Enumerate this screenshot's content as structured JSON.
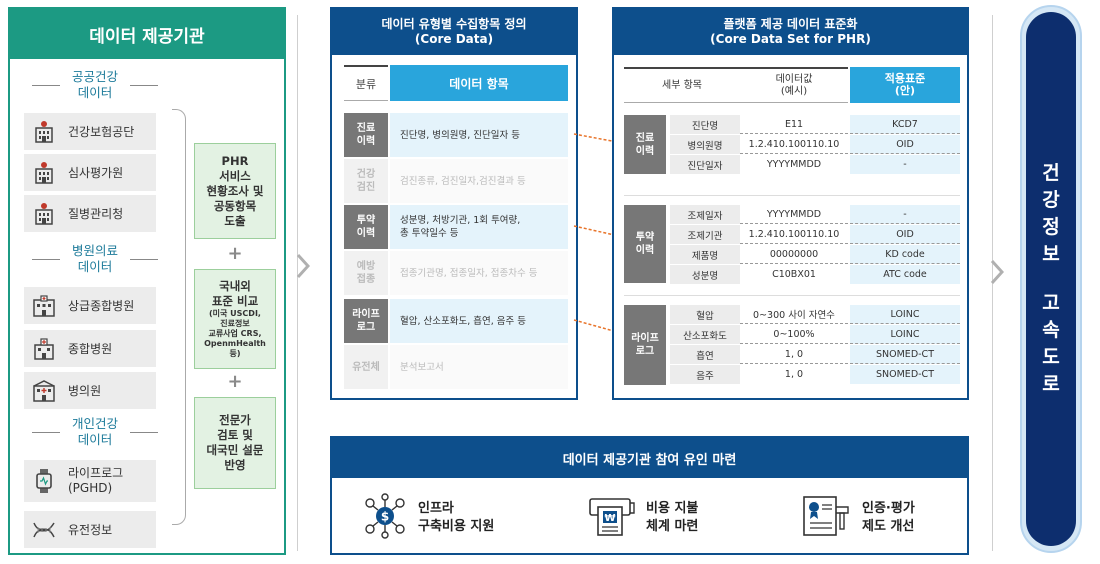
{
  "left": {
    "title": "데이터 제공기관",
    "groups": [
      {
        "title": "공공건강\n데이터",
        "items": [
          {
            "label": "건강보험공단",
            "icon": "government-building-icon"
          },
          {
            "label": "심사평가원",
            "icon": "government-building-icon"
          },
          {
            "label": "질병관리청",
            "icon": "government-building-icon"
          }
        ]
      },
      {
        "title": "병원의료\n데이터",
        "items": [
          {
            "label": "상급종합병원",
            "icon": "hospital-icon"
          },
          {
            "label": "종합병원",
            "icon": "hospital-icon"
          },
          {
            "label": "병의원",
            "icon": "clinic-icon"
          }
        ]
      },
      {
        "title": "개인건강\n데이터",
        "items": [
          {
            "label": "라이프로그\n(PGHD)",
            "icon": "smartwatch-icon"
          },
          {
            "label": "유전정보",
            "icon": "dna-icon"
          }
        ]
      }
    ],
    "steps": [
      {
        "text": "PHR\n서비스\n현황조사 및\n공동항목\n도출",
        "small": ""
      },
      {
        "text": "국내외\n표준 비교",
        "small": "(미국 USCDI,\n진료정보\n교류사업 CRS,\nOpenmHealth\n등)"
      },
      {
        "text": "전문가\n검토 및\n대국민 설문\n반영",
        "small": ""
      }
    ],
    "plus": "+"
  },
  "middle": {
    "title_line1": "데이터 유형별 수집항목 정의",
    "title_line2": "(Core Data)",
    "col_category": "분류",
    "col_items": "데이터 항목",
    "rows": [
      {
        "label": "진료\n이력",
        "items": "진단명, 병의원명, 진단일자 등",
        "active": true
      },
      {
        "label": "건강\n검진",
        "items": "검진종류, 검진일자,검진결과 등",
        "active": false
      },
      {
        "label": "투약\n이력",
        "items": "성분명, 처방기관, 1회 투여량,\n총 투약일수 등",
        "active": true
      },
      {
        "label": "예방\n접종",
        "items": "접종기관명, 접종일자, 접종차수 등",
        "active": false
      },
      {
        "label": "라이프\n로그",
        "items": "혈압, 산소포화도, 흡연, 음주 등",
        "active": true
      },
      {
        "label": "유전체",
        "items": "분석보고서",
        "active": false
      }
    ]
  },
  "right": {
    "title_line1": "플랫폼 제공 데이터 표준화",
    "title_line2": "(Core Data Set for PHR)",
    "col_sub": "세부 항목",
    "col_value": "데이터값\n(예시)",
    "col_std": "적용표준\n(안)",
    "sections": [
      {
        "label": "진료\n이력",
        "rows": [
          {
            "sub": "진단명",
            "value": "E11",
            "std": "KCD7"
          },
          {
            "sub": "병의원명",
            "value": "1.2.410.100110.10",
            "std": "OID"
          },
          {
            "sub": "진단일자",
            "value": "YYYYMMDD",
            "std": "-"
          }
        ]
      },
      {
        "label": "투약\n이력",
        "rows": [
          {
            "sub": "조제일자",
            "value": "YYYYMMDD",
            "std": "-"
          },
          {
            "sub": "조제기관",
            "value": "1.2.410.100110.10",
            "std": "OID"
          },
          {
            "sub": "제품명",
            "value": "00000000",
            "std": "KD code"
          },
          {
            "sub": "성분명",
            "value": "C10BX01",
            "std": "ATC code"
          }
        ]
      },
      {
        "label": "라이프\n로그",
        "rows": [
          {
            "sub": "혈압",
            "value": "0~300 사이 자연수",
            "std": "LOINC"
          },
          {
            "sub": "산소포화도",
            "value": "0~100%",
            "std": "LOINC"
          },
          {
            "sub": "흡연",
            "value": "1, 0",
            "std": "SNOMED-CT"
          },
          {
            "sub": "음주",
            "value": "1, 0",
            "std": "SNOMED-CT"
          }
        ]
      }
    ]
  },
  "bottom": {
    "title": "데이터 제공기관 참여 유인 마련",
    "items": [
      {
        "text": "인프라\n구축비용 지원",
        "icon": "money-network-icon"
      },
      {
        "text": "비용 지불\n체계 마련",
        "icon": "payment-machine-icon"
      },
      {
        "text": "인증·평가\n제도 개선",
        "icon": "certificate-icon"
      }
    ]
  },
  "highway": {
    "line1": "건\n강\n정\n보",
    "line2": "고\n속\n도\n로"
  },
  "colors": {
    "teal": "#1c9a83",
    "navy": "#0d4f8c",
    "sky": "#29a5dc",
    "arrow": "#e8742a",
    "dark_navy": "#0d2e6e"
  }
}
